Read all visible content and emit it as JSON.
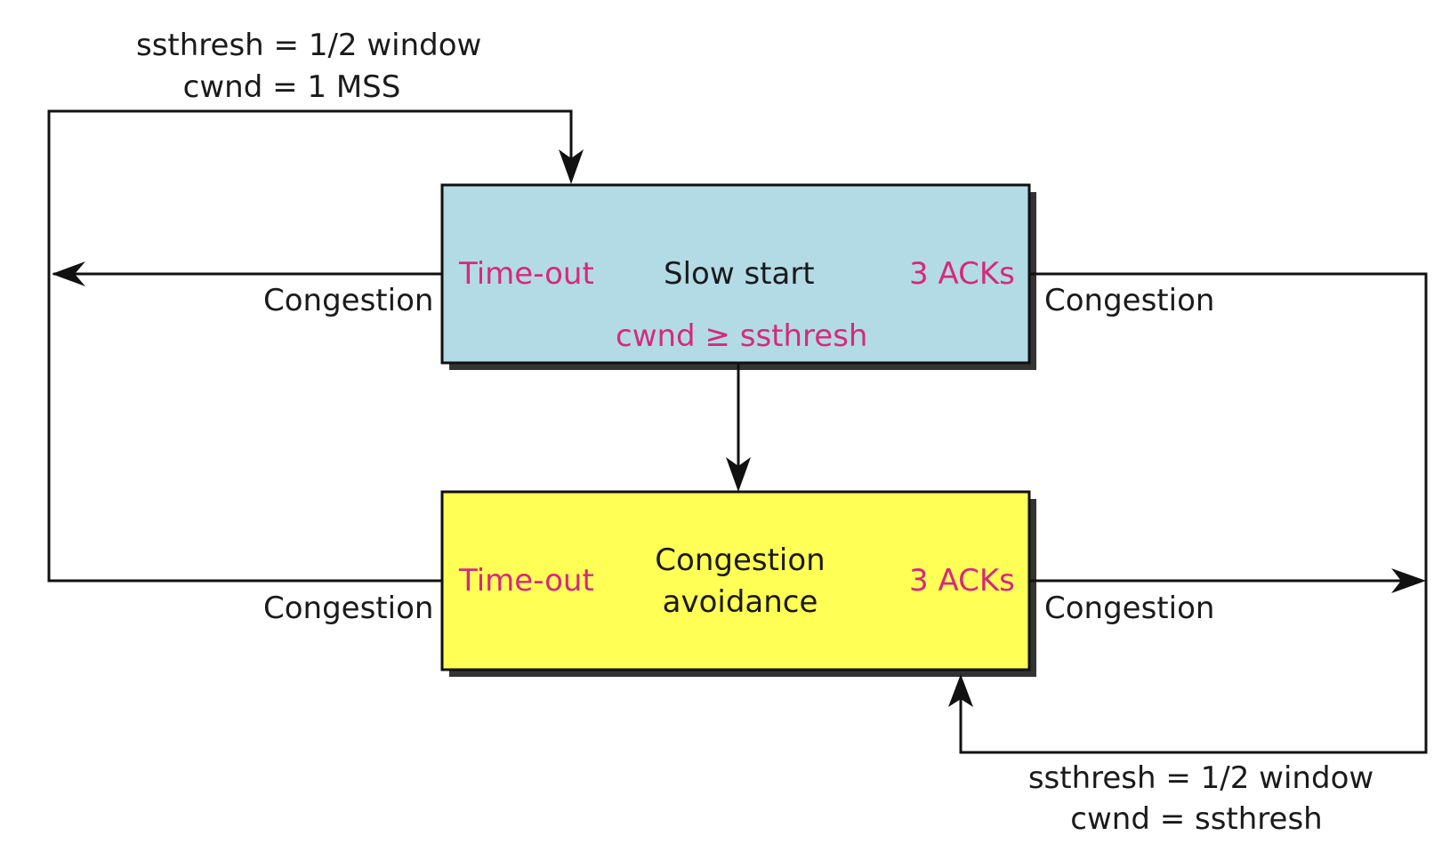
{
  "colors": {
    "slow_start_fill": "#b3dbe6",
    "congestion_avoidance_fill": "#ffff55",
    "event_text": "#d6297f",
    "line": "#111111",
    "shadow": "#333333"
  },
  "top_note": {
    "line1": "ssthresh = 1/2 window",
    "line2": "cwnd = 1 MSS"
  },
  "bottom_note": {
    "line1": "ssthresh = 1/2 window",
    "line2": "cwnd = ssthresh"
  },
  "slow_start": {
    "title": "Slow start",
    "left_event": "Time-out",
    "right_event": "3 ACKs",
    "condition": "cwnd ≥ ssthresh"
  },
  "congestion_avoidance": {
    "title_line1": "Congestion",
    "title_line2": "avoidance",
    "left_event": "Time-out",
    "right_event": "3 ACKs"
  },
  "edge_labels": {
    "top_left": "Congestion",
    "top_right": "Congestion",
    "bottom_left": "Congestion",
    "bottom_right": "Congestion"
  }
}
